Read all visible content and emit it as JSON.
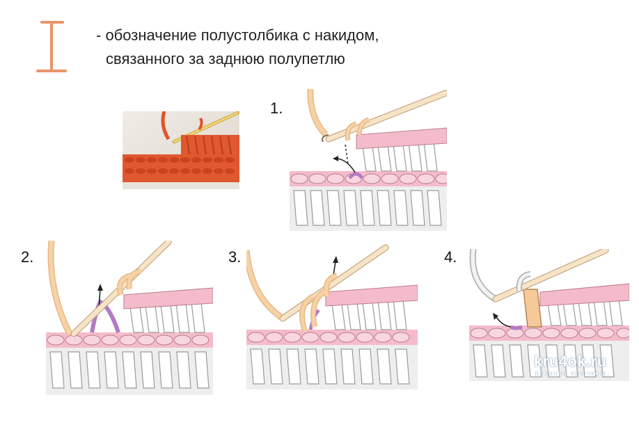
{
  "legend": {
    "symbol_icon": "half-double-crochet-symbol-icon",
    "symbol_color": "#e8946a",
    "line1": "- обозначение полустолбика с накидом,",
    "line2": "связанного за заднюю полупетлю"
  },
  "steps": [
    {
      "num": "1."
    },
    {
      "num": "2."
    },
    {
      "num": "3."
    },
    {
      "num": "4."
    }
  ],
  "watermark": {
    "site": "kru4ok.ru",
    "sub": "вязание крючком"
  },
  "colors": {
    "yarn_pink": "#f2b5c5",
    "yarn_gray": "#e6e6e6",
    "working_yarn": "#f5c99a",
    "hook": "#f7e3c6",
    "purple_loop": "#b37ac4",
    "photo_yarn": "#e2532a"
  }
}
